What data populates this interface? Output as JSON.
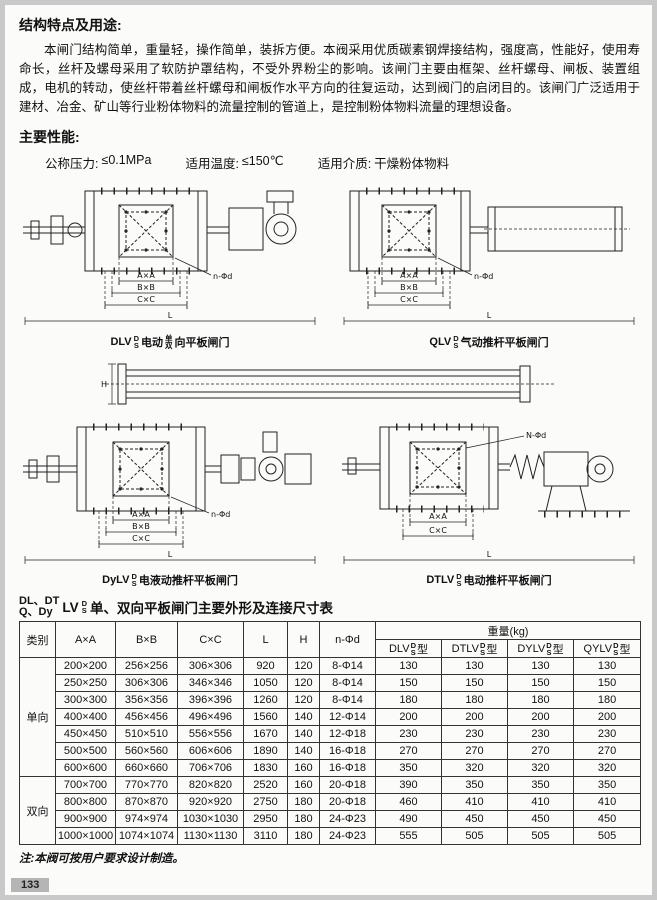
{
  "features": {
    "heading": "结构特点及用途:",
    "body": "本闸门结构简单，重量轻，操作简单，装拆方便。本阀采用优质碳素钢焊接结构，强度高，性能好，使用寿命长，丝杆及螺母采用了软防护罩结构，不受外界粉尘的影响。该闸门主要由框架、丝杆螺母、闸板、装置组成，电机的转动，使丝杆带着丝杆螺母和闸板作水平方向的往复运动，达到阀门的启闭目的。该闸门广泛适用于建材、冶金、矿山等行业粉体物料的流量控制的管道上，是控制粉体物料流量的理想设备。"
  },
  "performance": {
    "heading": "主要性能:",
    "spec1_label": "公称压力:",
    "spec1_value": "≤0.1MPa",
    "spec2_label": "适用温度:",
    "spec2_value": "≤150℃",
    "spec3_label": "适用介质:",
    "spec3_value": "干燥粉体物料"
  },
  "dims": {
    "axa": "A×A",
    "bxb": "B×B",
    "cxc": "C×C",
    "l": "L",
    "h": "H",
    "n_phid": "n-Φd",
    "N_phid": "N-Φd"
  },
  "captions": {
    "dlv": {
      "code": "DLV",
      "ft": "D",
      "fb": "S",
      "pre": "电动",
      "st": "单",
      "sb": "双",
      "post": "向平板闸门"
    },
    "qlv": {
      "code": "QLV",
      "ft": "D",
      "fb": "S",
      "text": "气动推杆平板闸门"
    },
    "dylv": {
      "code": "DyLV",
      "ft": "D",
      "fb": "S",
      "text": "电液动推杆平板闸门"
    },
    "dtlv": {
      "code": "DTLV",
      "ft": "D",
      "fb": "S",
      "text": "电动推杆平板闸门"
    }
  },
  "table": {
    "title": {
      "l1": "DL、DT",
      "l2": "Q、Dy",
      "code": "LV",
      "ft": "D",
      "fb": "S",
      "text": "单、双向平板闸门主要外形及连接尺寸表"
    },
    "headers": {
      "category": "类别",
      "a": "A×A",
      "b": "B×B",
      "c": "C×C",
      "l": "L",
      "h": "H",
      "n": "n-Φd",
      "weight": "重量(kg)"
    },
    "weight_cols": [
      {
        "prefix": "DLV",
        "ft": "D",
        "fb": "S",
        "suffix": "型"
      },
      {
        "prefix": "DTLV",
        "ft": "D",
        "fb": "S",
        "suffix": "型"
      },
      {
        "prefix": "DYLV",
        "ft": "D",
        "fb": "S",
        "suffix": "型"
      },
      {
        "prefix": "QYLV",
        "ft": "D",
        "fb": "S",
        "suffix": "型"
      }
    ],
    "groups": {
      "single": "单向",
      "double": "双向"
    },
    "rows": [
      {
        "a": "200×200",
        "b": "256×256",
        "c": "306×306",
        "l": "920",
        "h": "120",
        "n": "8-Φ14",
        "w": [
          "130",
          "130",
          "130",
          "130"
        ]
      },
      {
        "a": "250×250",
        "b": "306×306",
        "c": "346×346",
        "l": "1050",
        "h": "120",
        "n": "8-Φ14",
        "w": [
          "150",
          "150",
          "150",
          "150"
        ]
      },
      {
        "a": "300×300",
        "b": "356×356",
        "c": "396×396",
        "l": "1260",
        "h": "120",
        "n": "8-Φ14",
        "w": [
          "180",
          "180",
          "180",
          "180"
        ]
      },
      {
        "a": "400×400",
        "b": "456×456",
        "c": "496×496",
        "l": "1560",
        "h": "140",
        "n": "12-Φ14",
        "w": [
          "200",
          "200",
          "200",
          "200"
        ]
      },
      {
        "a": "450×450",
        "b": "510×510",
        "c": "556×556",
        "l": "1670",
        "h": "140",
        "n": "12-Φ18",
        "w": [
          "230",
          "230",
          "230",
          "230"
        ]
      },
      {
        "a": "500×500",
        "b": "560×560",
        "c": "606×606",
        "l": "1890",
        "h": "140",
        "n": "16-Φ18",
        "w": [
          "270",
          "270",
          "270",
          "270"
        ]
      },
      {
        "a": "600×600",
        "b": "660×660",
        "c": "706×706",
        "l": "1830",
        "h": "160",
        "n": "16-Φ18",
        "w": [
          "350",
          "320",
          "320",
          "320"
        ]
      },
      {
        "a": "700×700",
        "b": "770×770",
        "c": "820×820",
        "l": "2520",
        "h": "160",
        "n": "20-Φ18",
        "w": [
          "390",
          "350",
          "350",
          "350"
        ]
      },
      {
        "a": "800×800",
        "b": "870×870",
        "c": "920×920",
        "l": "2750",
        "h": "180",
        "n": "20-Φ18",
        "w": [
          "460",
          "410",
          "410",
          "410"
        ]
      },
      {
        "a": "900×900",
        "b": "974×974",
        "c": "1030×1030",
        "l": "2950",
        "h": "180",
        "n": "24-Φ23",
        "w": [
          "490",
          "450",
          "450",
          "450"
        ]
      },
      {
        "a": "1000×1000",
        "b": "1074×1074",
        "c": "1130×1130",
        "l": "3110",
        "h": "180",
        "n": "24-Φ23",
        "w": [
          "555",
          "505",
          "505",
          "505"
        ]
      }
    ]
  },
  "note": "注:本阀可按用户要求设计制造。",
  "page_number": "133"
}
